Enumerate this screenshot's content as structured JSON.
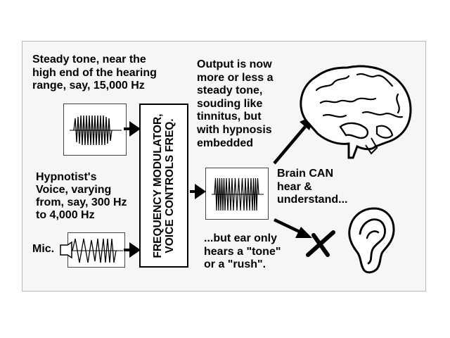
{
  "texts": {
    "input_tone": [
      "Steady tone, near the",
      "high end of the hearing",
      "range, say,  15,000 Hz"
    ],
    "output": [
      "Output is now",
      "more or less a",
      "steady tone,",
      "souding like",
      "tinnitus, but",
      "with hypnosis",
      "embedded"
    ],
    "voice": [
      "Hypnotist's",
      "Voice, varying",
      "from, say, 300 Hz",
      "to 4,000 Hz"
    ],
    "modulator": [
      "FREQUENCY MODULATOR,",
      "VOICE CONTROLS FREQ."
    ],
    "brain": [
      "Brain CAN",
      "hear &",
      "understand..."
    ],
    "ear": [
      "...but ear only",
      "hears a \"tone\"",
      "or a \"rush\"."
    ],
    "mic": "Mic."
  },
  "icons": [
    "brain-icon",
    "ear-icon",
    "microphone-icon",
    "x-mark-icon"
  ],
  "colors": {
    "ink": "#000000",
    "panel": "#f6f6f6",
    "frame": "#000000"
  }
}
